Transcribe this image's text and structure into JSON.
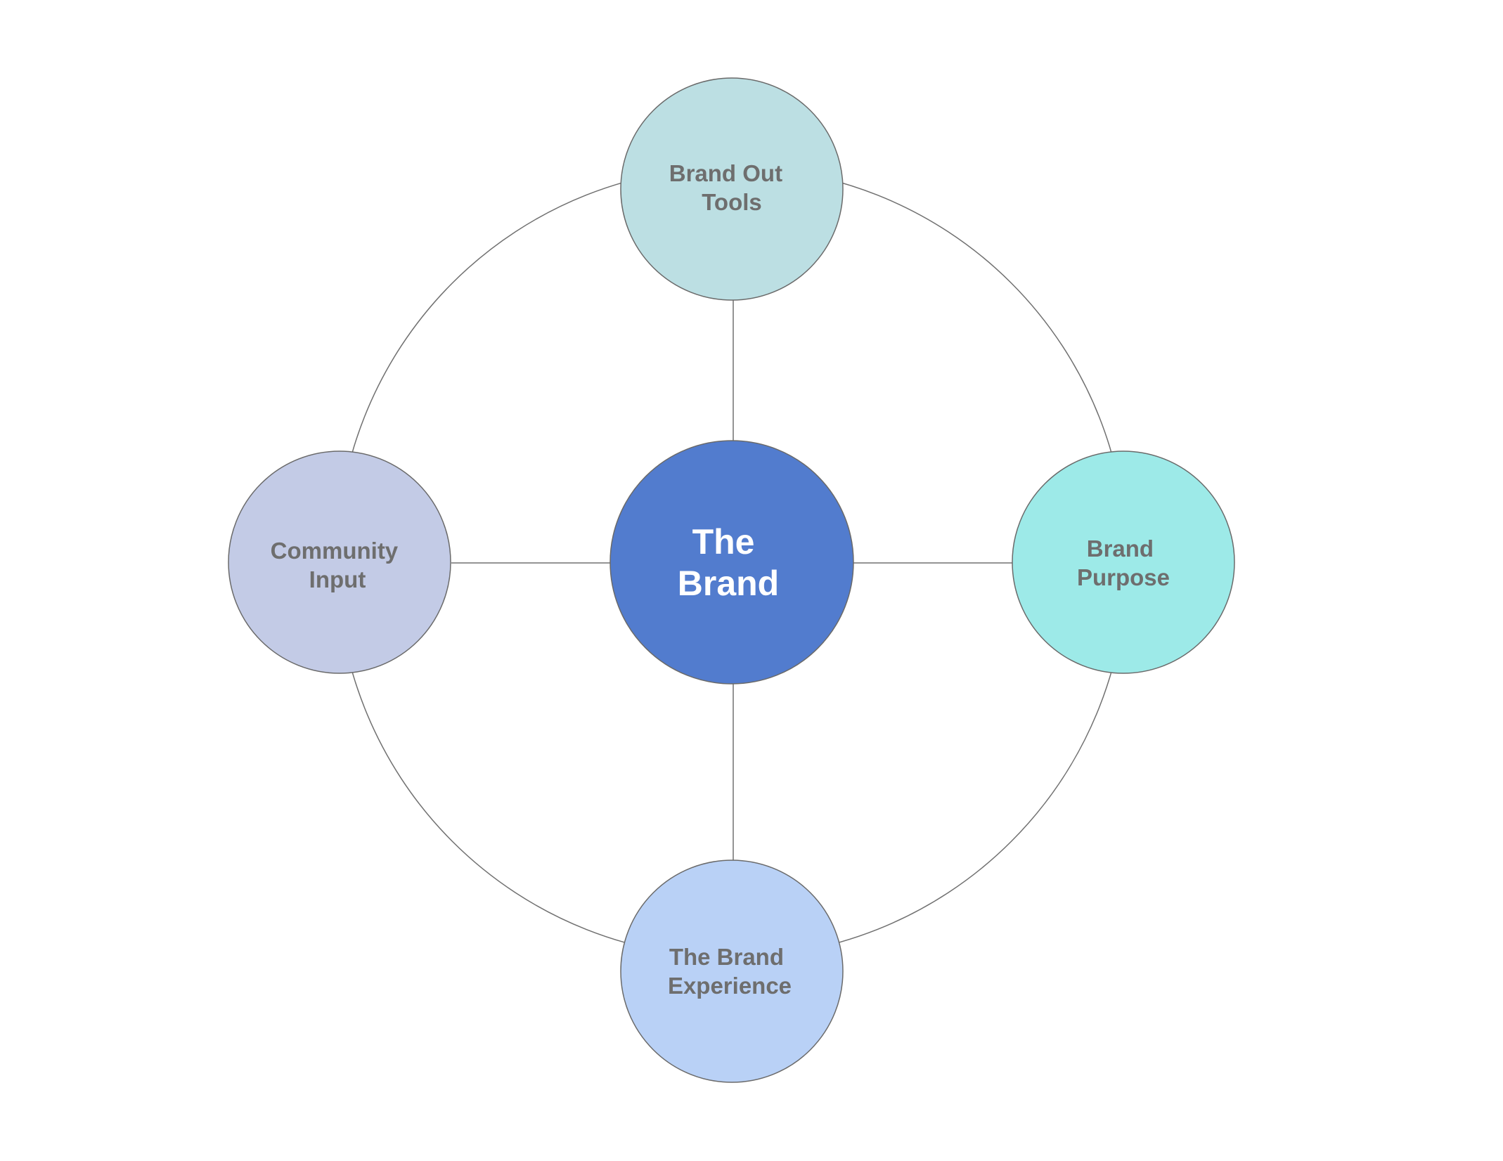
{
  "diagram": {
    "center": {
      "line1": "The",
      "line2": "Brand",
      "color": "#527cce"
    },
    "nodes": {
      "top": {
        "line1": "Brand Out",
        "line2": "Tools",
        "color": "#bcdfe3"
      },
      "right": {
        "line1": "Brand",
        "line2": "Purpose",
        "color": "#9deae8"
      },
      "bottom": {
        "line1": "The Brand",
        "line2": "Experience",
        "color": "#b9d1f6"
      },
      "left": {
        "line1": "Community",
        "line2": "Input",
        "color": "#c3cbe6"
      }
    },
    "line_color": "#707070"
  }
}
